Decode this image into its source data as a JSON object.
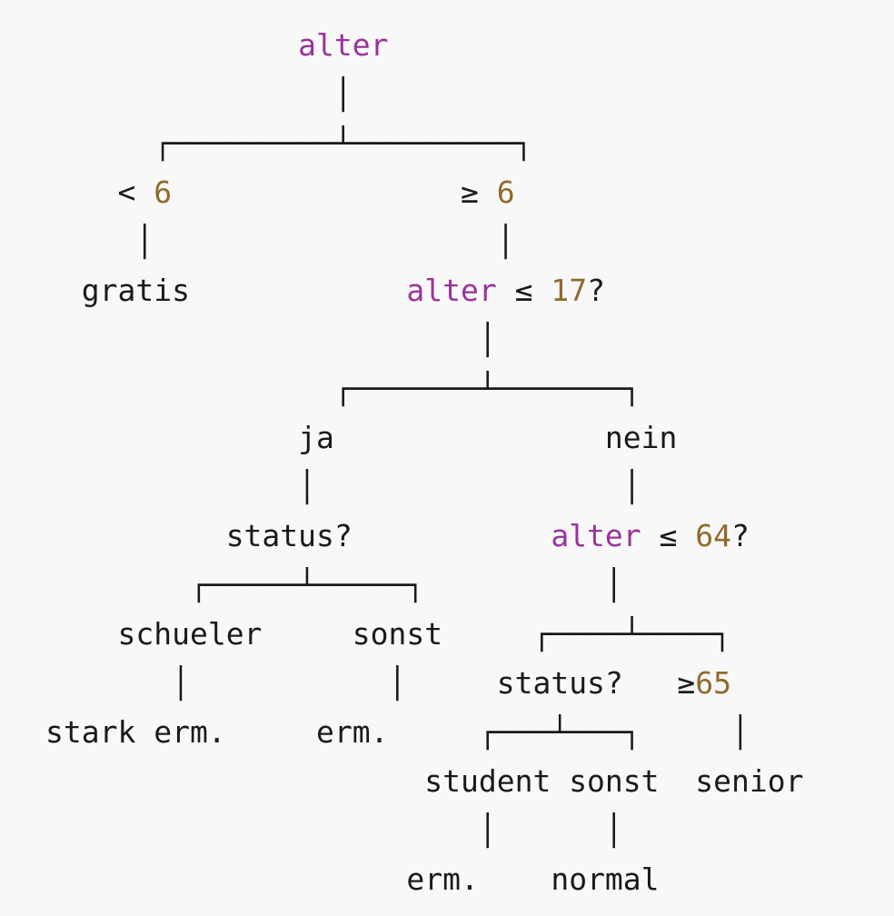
{
  "colors": {
    "variable": "#9a339a",
    "number": "#8f6a2a",
    "text": "#1a1a1a",
    "background": "#f8f8f8"
  },
  "lines": [
    [
      {
        "c": 14,
        "t": "alter",
        "k": "kw",
        "n": "root-node-alter"
      }
    ],
    [
      {
        "c": 16,
        "t": "│",
        "k": "edge",
        "n": "edge-connector"
      }
    ],
    [
      {
        "c": 6,
        "t": "┌─────────┴─────────┐",
        "k": "edge",
        "n": "branch-connector"
      }
    ],
    [
      {
        "c": 4,
        "t": "< ",
        "k": "",
        "n": "branch-label-lt"
      },
      {
        "c": 6,
        "t": "6",
        "k": "num",
        "n": "branch-value"
      },
      {
        "c": 23,
        "t": "≥ ",
        "k": "",
        "n": "branch-label-ge"
      },
      {
        "c": 25,
        "t": "6",
        "k": "num",
        "n": "branch-value"
      }
    ],
    [
      {
        "c": 5,
        "t": "│",
        "k": "edge",
        "n": "edge-connector"
      },
      {
        "c": 25,
        "t": "│",
        "k": "edge",
        "n": "edge-connector"
      }
    ],
    [
      {
        "c": 2,
        "t": "gratis",
        "k": "",
        "n": "leaf-gratis"
      },
      {
        "c": 20,
        "t": "alter",
        "k": "kw",
        "n": "node-variable"
      },
      {
        "c": 25,
        "t": " ≤ ",
        "k": "",
        "n": "node-operator"
      },
      {
        "c": 28,
        "t": "17",
        "k": "num",
        "n": "node-threshold"
      },
      {
        "c": 30,
        "t": "?",
        "k": "",
        "n": "node-question"
      }
    ],
    [
      {
        "c": 24,
        "t": "│",
        "k": "edge",
        "n": "edge-connector"
      }
    ],
    [
      {
        "c": 16,
        "t": "┌───────┴───────┐",
        "k": "edge",
        "n": "branch-connector"
      }
    ],
    [
      {
        "c": 14,
        "t": "ja",
        "k": "",
        "n": "branch-label-ja"
      },
      {
        "c": 31,
        "t": "nein",
        "k": "",
        "n": "branch-label-nein"
      }
    ],
    [
      {
        "c": 14,
        "t": "│",
        "k": "edge",
        "n": "edge-connector"
      },
      {
        "c": 32,
        "t": "│",
        "k": "edge",
        "n": "edge-connector"
      }
    ],
    [
      {
        "c": 10,
        "t": "status?",
        "k": "",
        "n": "node-status"
      },
      {
        "c": 28,
        "t": "alter",
        "k": "kw",
        "n": "node-variable"
      },
      {
        "c": 33,
        "t": " ≤ ",
        "k": "",
        "n": "node-operator"
      },
      {
        "c": 36,
        "t": "64",
        "k": "num",
        "n": "node-threshold"
      },
      {
        "c": 38,
        "t": "?",
        "k": "",
        "n": "node-question"
      }
    ],
    [
      {
        "c": 8,
        "t": "┌─────┴─────┐",
        "k": "edge",
        "n": "branch-connector"
      },
      {
        "c": 31,
        "t": "│",
        "k": "edge",
        "n": "edge-connector"
      }
    ],
    [
      {
        "c": 4,
        "t": "schueler",
        "k": "",
        "n": "branch-label-schueler"
      },
      {
        "c": 17,
        "t": "sonst",
        "k": "",
        "n": "branch-label-sonst"
      },
      {
        "c": 27,
        "t": "┌────┴────┐",
        "k": "edge",
        "n": "branch-connector"
      }
    ],
    [
      {
        "c": 7,
        "t": "│",
        "k": "edge",
        "n": "edge-connector"
      },
      {
        "c": 19,
        "t": "│",
        "k": "edge",
        "n": "edge-connector"
      },
      {
        "c": 25,
        "t": "status?",
        "k": "",
        "n": "node-status"
      },
      {
        "c": 35,
        "t": "≥",
        "k": "",
        "n": "branch-label-ge"
      },
      {
        "c": 36,
        "t": "65",
        "k": "num",
        "n": "branch-value"
      }
    ],
    [
      {
        "c": 0,
        "t": "stark erm.",
        "k": "",
        "n": "leaf-stark-erm"
      },
      {
        "c": 15,
        "t": "erm.",
        "k": "",
        "n": "leaf-erm"
      },
      {
        "c": 24,
        "t": "┌───┴───┐",
        "k": "edge",
        "n": "branch-connector"
      },
      {
        "c": 38,
        "t": "│",
        "k": "edge",
        "n": "edge-connector"
      }
    ],
    [
      {
        "c": 21,
        "t": "student",
        "k": "",
        "n": "branch-label-student"
      },
      {
        "c": 29,
        "t": "sonst",
        "k": "",
        "n": "branch-label-sonst"
      },
      {
        "c": 36,
        "t": "senior",
        "k": "",
        "n": "leaf-senior"
      }
    ],
    [
      {
        "c": 24,
        "t": "│",
        "k": "edge",
        "n": "edge-connector"
      },
      {
        "c": 31,
        "t": "│",
        "k": "edge",
        "n": "edge-connector"
      }
    ],
    [
      {
        "c": 20,
        "t": "erm.",
        "k": "",
        "n": "leaf-erm"
      },
      {
        "c": 28,
        "t": "normal",
        "k": "",
        "n": "leaf-normal"
      }
    ]
  ]
}
